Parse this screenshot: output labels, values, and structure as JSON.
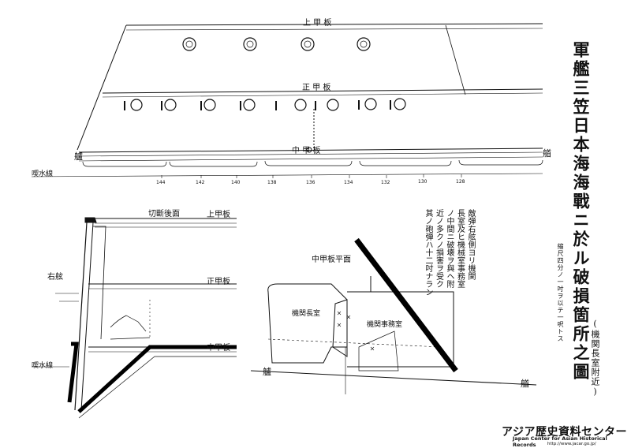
{
  "title": "軍艦三笠日本海海戰ニ於ル破損箇所之圖",
  "subtitle": "(機関長室附近)",
  "scale_note": "縮尺四分ノ一吋ヲ以テ一呎トス",
  "notes": [
    "敵弾右舷側ヨリ機関",
    "長室及ヒ機械室事務室",
    "ノ中間ニ破壊ヲ與ヘ附",
    "近ノ多クノ損害ヲ受ク",
    "其ノ砲弾ハ十二吋ナラン"
  ],
  "top_view": {
    "upper_deck": "上 甲 板",
    "main_deck": "正 甲 板",
    "middle_deck": "中 甲 板",
    "bow_left": "艫",
    "stern_right": "艏",
    "waterline": "喫水線",
    "frames": [
      "144",
      "142",
      "140",
      "138",
      "136",
      "134",
      "132",
      "130",
      "128"
    ]
  },
  "section_view": {
    "cut_plane": "切斷後面",
    "upper_deck": "上甲板",
    "main_deck": "正甲板",
    "middle_deck": "中甲板",
    "side": "右舷",
    "waterline": "喫水線"
  },
  "plan_view": {
    "deck_plane": "中甲板平面",
    "engine_room_chief": "機関長室",
    "engine_office": "機関事務室",
    "bow": "艫",
    "stern": "艏"
  },
  "footer": {
    "org_jp": "アジア歴史資料センター",
    "org_en": "Japan Center for Asian Historical Records",
    "url": "http://www.jacar.go.jp/"
  },
  "colors": {
    "ink": "#111111",
    "paper": "#ffffff"
  }
}
